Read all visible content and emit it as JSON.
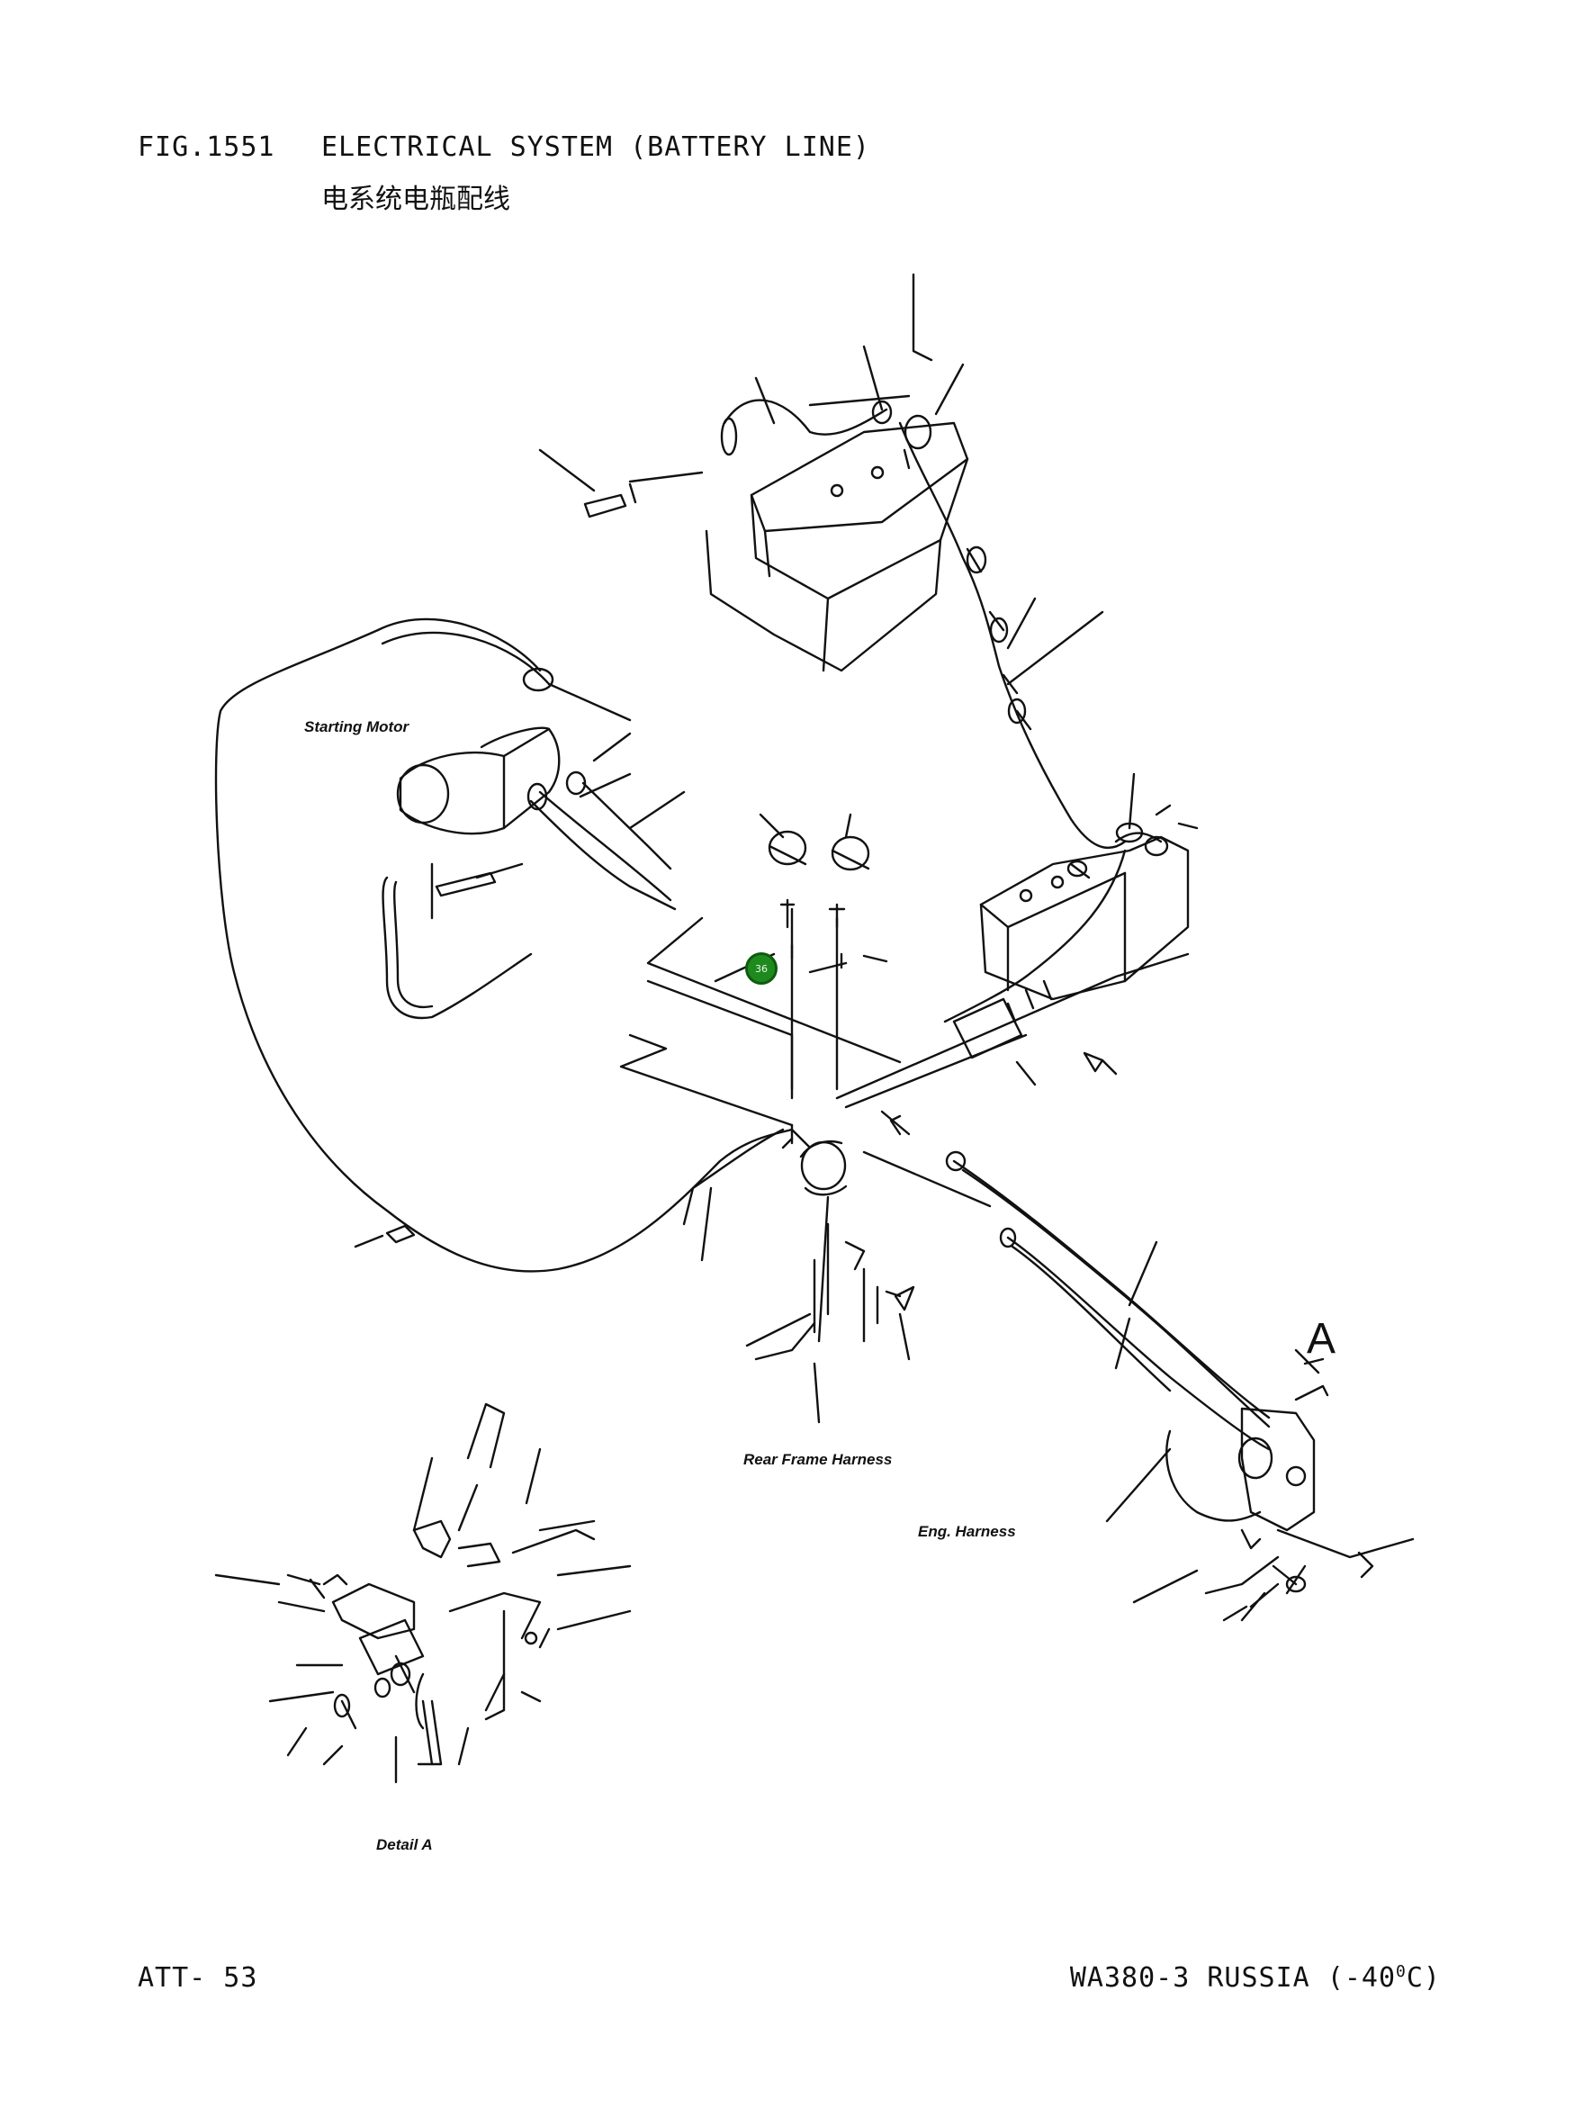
{
  "header": {
    "figure_label": "FIG.1551",
    "title": "ELECTRICAL SYSTEM (BATTERY LINE)",
    "title_cn": "电系统电瓶配线"
  },
  "labels": {
    "starting_motor": "Starting Motor",
    "rear_frame_harness": "Rear Frame Harness",
    "eng_harness": "Eng. Harness",
    "detail_a": "Detail A",
    "view_a": "A"
  },
  "callout": {
    "number": "36",
    "color": "#1e8a1e"
  },
  "footer": {
    "left": "ATT- 53",
    "right_main": "WA380-3 RUSSIA (-40",
    "right_sup": "0",
    "right_end": "C)"
  }
}
